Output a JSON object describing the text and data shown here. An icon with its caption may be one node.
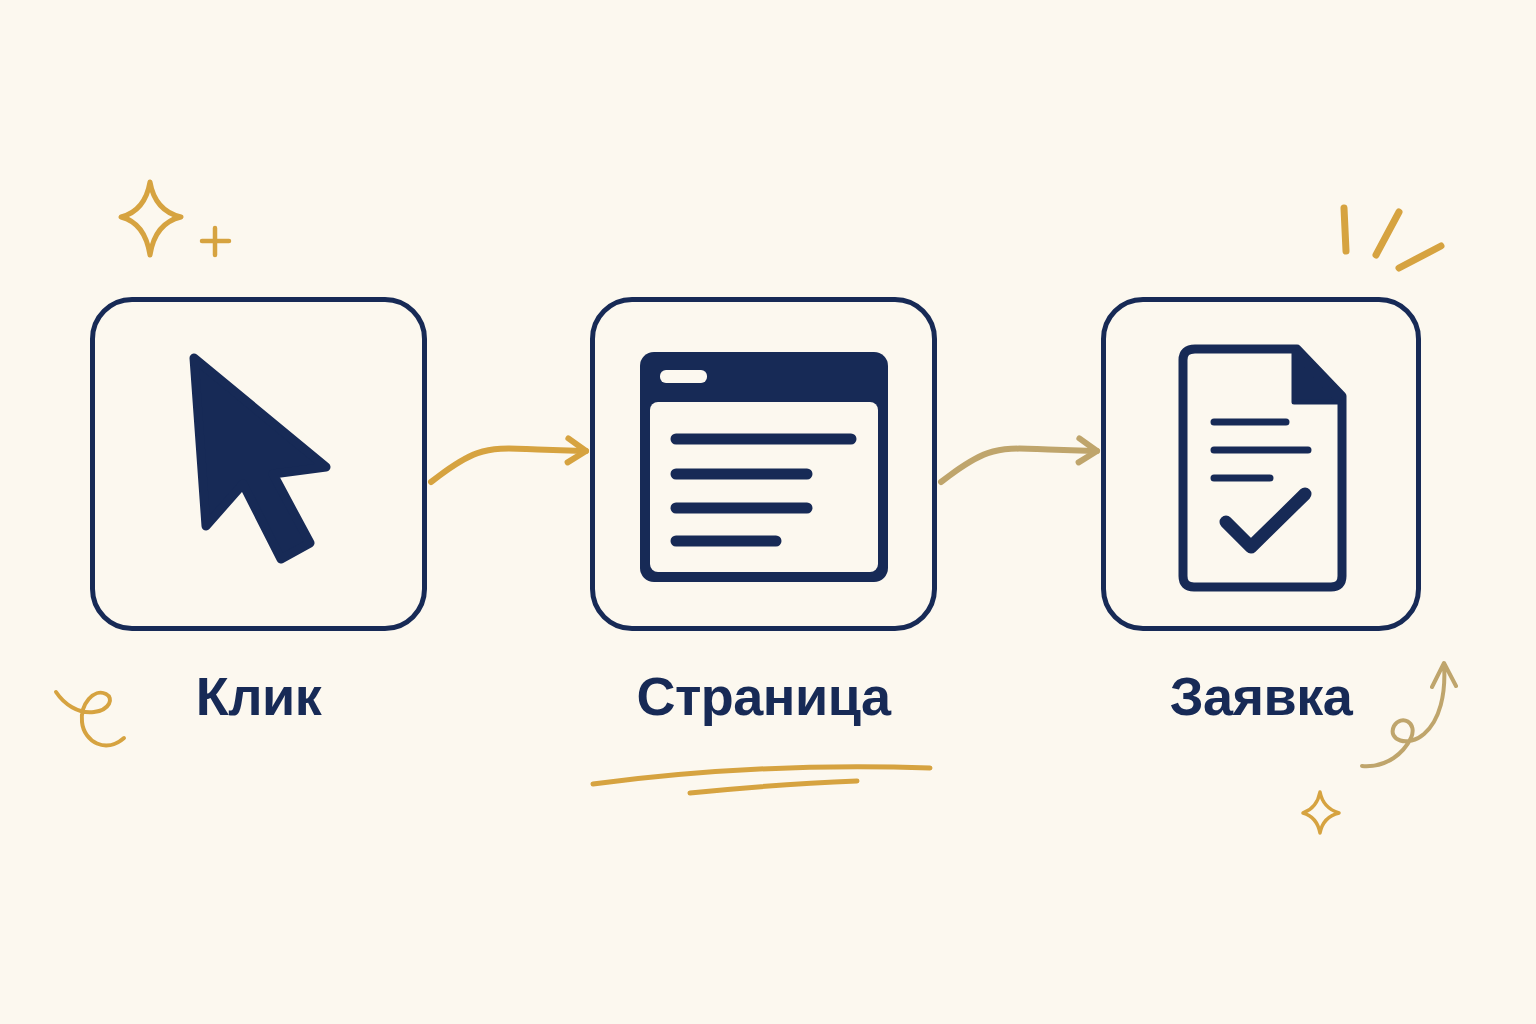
{
  "diagram": {
    "nodes": [
      {
        "text": [
          "Клик"
        ]
      },
      {
        "text": [
          "Страница"
        ]
      },
      {
        "text": [
          "Заявка"
        ]
      }
    ],
    "edges": [
      {
        "from": 0,
        "to": 1,
        "arrow": "to"
      },
      {
        "from": 1,
        "to": 2,
        "arrow": "to",
        "color": "#bfa56c"
      }
    ]
  }
}
